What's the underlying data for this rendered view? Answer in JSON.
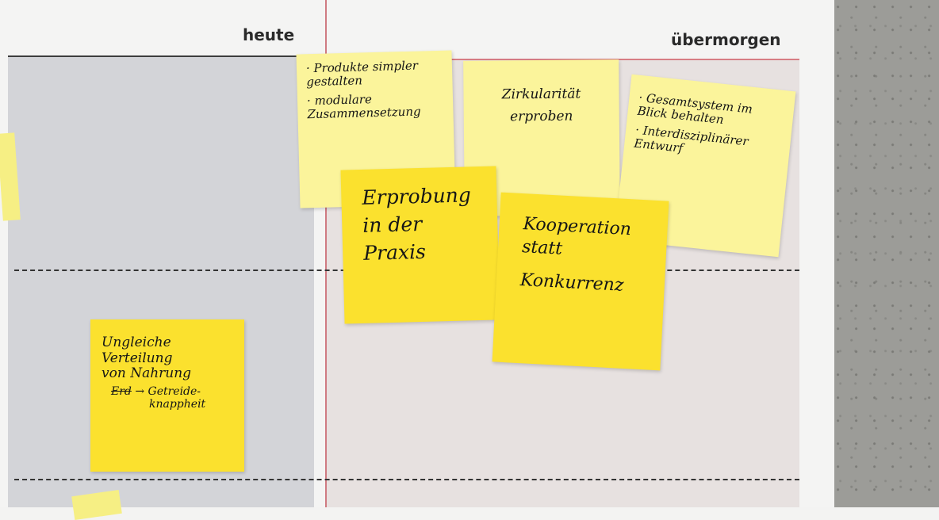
{
  "board": {
    "columns": [
      {
        "label": "heute"
      },
      {
        "label": "übermorgen"
      }
    ]
  },
  "notes": {
    "produkte": {
      "line1": "· Produkte simpler gestalten",
      "line2": "· modulare Zusammensetzung"
    },
    "zirkularitaet": {
      "line1": "Zirkularität",
      "line2": "erproben"
    },
    "gesamtsystem": {
      "line1": "· Gesamtsystem im Blick behalten",
      "line2": "· Interdisziplinärer Entwurf"
    },
    "erprobung": {
      "line1": "Erprobung",
      "line2": "in der",
      "line3": "Praxis"
    },
    "kooperation": {
      "line1": "Kooperation",
      "line2": "statt",
      "line3": "Konkurrenz"
    },
    "ungleiche": {
      "line1": "Ungleiche",
      "line2": "Verteilung",
      "line3": "von Nahrung",
      "struck": "Erd",
      "line4": "→ Getreide-",
      "line5": "knappheit"
    }
  },
  "colors": {
    "light_note": "#fbf49b",
    "dark_note": "#fbe12e",
    "heute_bg": "#d3d4d8",
    "uebermorgen_bg": "#e7e1e0",
    "divider": "#cf7b82"
  }
}
